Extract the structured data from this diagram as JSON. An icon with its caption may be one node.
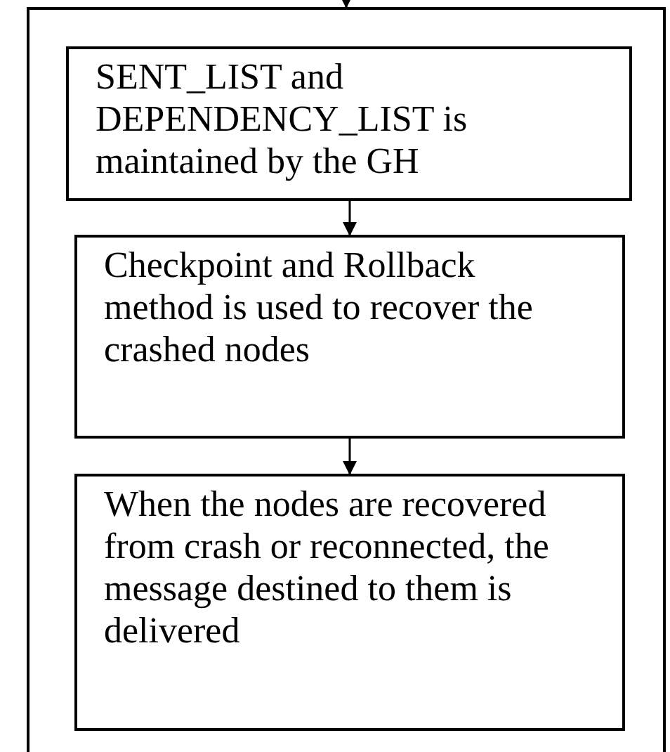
{
  "diagram": {
    "nodes": [
      {
        "text": [],
        "shape": "box"
      },
      {
        "text": [
          "SENT_LIST and DEPENDENCY_LIST is maintained by the GH"
        ],
        "in": 0
      },
      {
        "text": [
          "Checkpoint and Rollback method is used to recover the crashed nodes"
        ],
        "in": 0
      },
      {
        "text": [
          "When the nodes are recovered from crash or reconnected, the message destined to them is delivered"
        ],
        "in": 0
      }
    ],
    "edges": [
      {
        "from": null,
        "to": 0,
        "arrow": "to"
      },
      {
        "from": 1,
        "to": 2,
        "arrow": "to"
      },
      {
        "from": 2,
        "to": 3,
        "arrow": "to"
      }
    ]
  }
}
